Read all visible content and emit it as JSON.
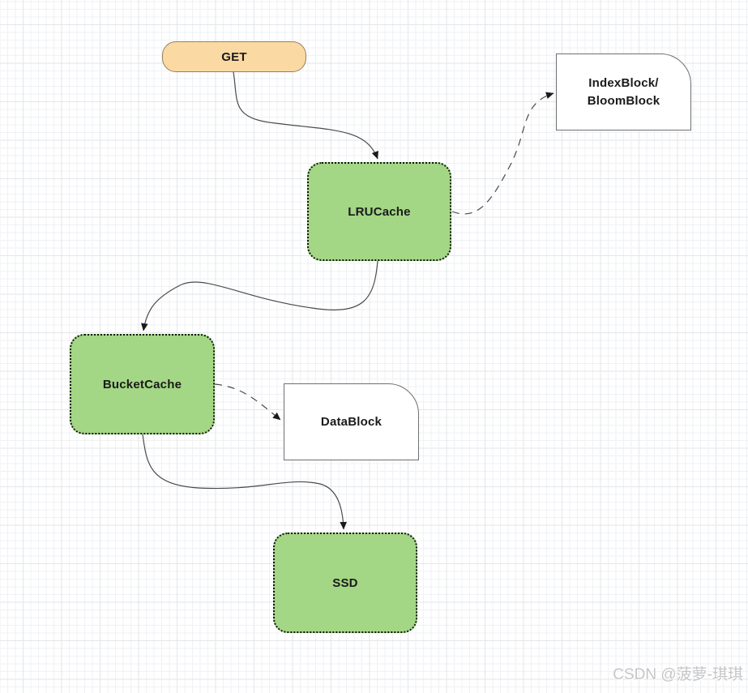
{
  "diagram": {
    "watermark": "CSDN @菠萝-琪琪",
    "colors": {
      "cache_node_fill": "#a3d685",
      "cache_node_border": "#141414",
      "entry_node_fill": "#fbd9a3",
      "entry_node_border": "#93805f",
      "card_node_fill": "#ffffff",
      "card_node_border": "#707070",
      "edge_stroke": "#4a4a4a",
      "arrowhead_fill": "#1a1a1a",
      "text": "#1a1a1a",
      "grid_minor": "#eff1f4",
      "grid_major": "#e3e6e9",
      "watermark_text": "#c6c6c6"
    },
    "nodes": [
      {
        "id": "get",
        "label": "GET",
        "shape": "rounded-pill"
      },
      {
        "id": "lrucache",
        "label": "LRUCache",
        "shape": "dotted-rounded-rect"
      },
      {
        "id": "indexblock",
        "label": "IndexBlock/BloomBlock",
        "label_lines": [
          "IndexBlock/",
          "BloomBlock"
        ],
        "shape": "card"
      },
      {
        "id": "bucketcache",
        "label": "BucketCache",
        "shape": "dotted-rounded-rect"
      },
      {
        "id": "datablock",
        "label": "DataBlock",
        "shape": "card"
      },
      {
        "id": "ssd",
        "label": "SSD",
        "shape": "dotted-rounded-rect"
      }
    ],
    "edges": [
      {
        "from": "get",
        "to": "lrucache",
        "style": "solid",
        "arrow": "filled-triangle"
      },
      {
        "from": "lrucache",
        "to": "indexblock",
        "style": "dashed",
        "arrow": "filled-triangle"
      },
      {
        "from": "lrucache",
        "to": "bucketcache",
        "style": "solid",
        "arrow": "filled-triangle"
      },
      {
        "from": "bucketcache",
        "to": "datablock",
        "style": "dashed",
        "arrow": "filled-triangle"
      },
      {
        "from": "bucketcache",
        "to": "ssd",
        "style": "solid",
        "arrow": "filled-triangle"
      }
    ]
  }
}
